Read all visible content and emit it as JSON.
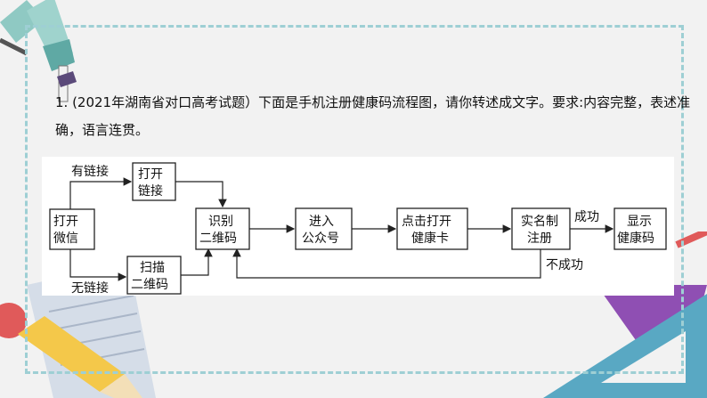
{
  "question": {
    "text": "1. (2021年湖南省对口高考试题）下面是手机注册健康码流程图，请你转述成文字。要求:内容完整，表述准确，语言连贯。"
  },
  "diagram": {
    "nodes": {
      "open_wechat": [
        "打开",
        "微信"
      ],
      "open_link": [
        "打开",
        "链接"
      ],
      "scan_qr": [
        "扫描",
        "二维码"
      ],
      "identify_qr": [
        "识别",
        "二维码"
      ],
      "enter_account": [
        "进入",
        "公众号"
      ],
      "click_open_card": [
        "点击打开",
        "健康卡"
      ],
      "realname_register": [
        "实名制",
        "注册"
      ],
      "show_code": [
        "显示",
        "健康码"
      ]
    },
    "edge_labels": {
      "has_link": "有链接",
      "no_link": "无链接",
      "success": "成功",
      "fail": "不成功"
    }
  },
  "colors": {
    "frame_border": "#9ecfd4",
    "background": "#f2f2f2",
    "panel": "#ffffff"
  }
}
